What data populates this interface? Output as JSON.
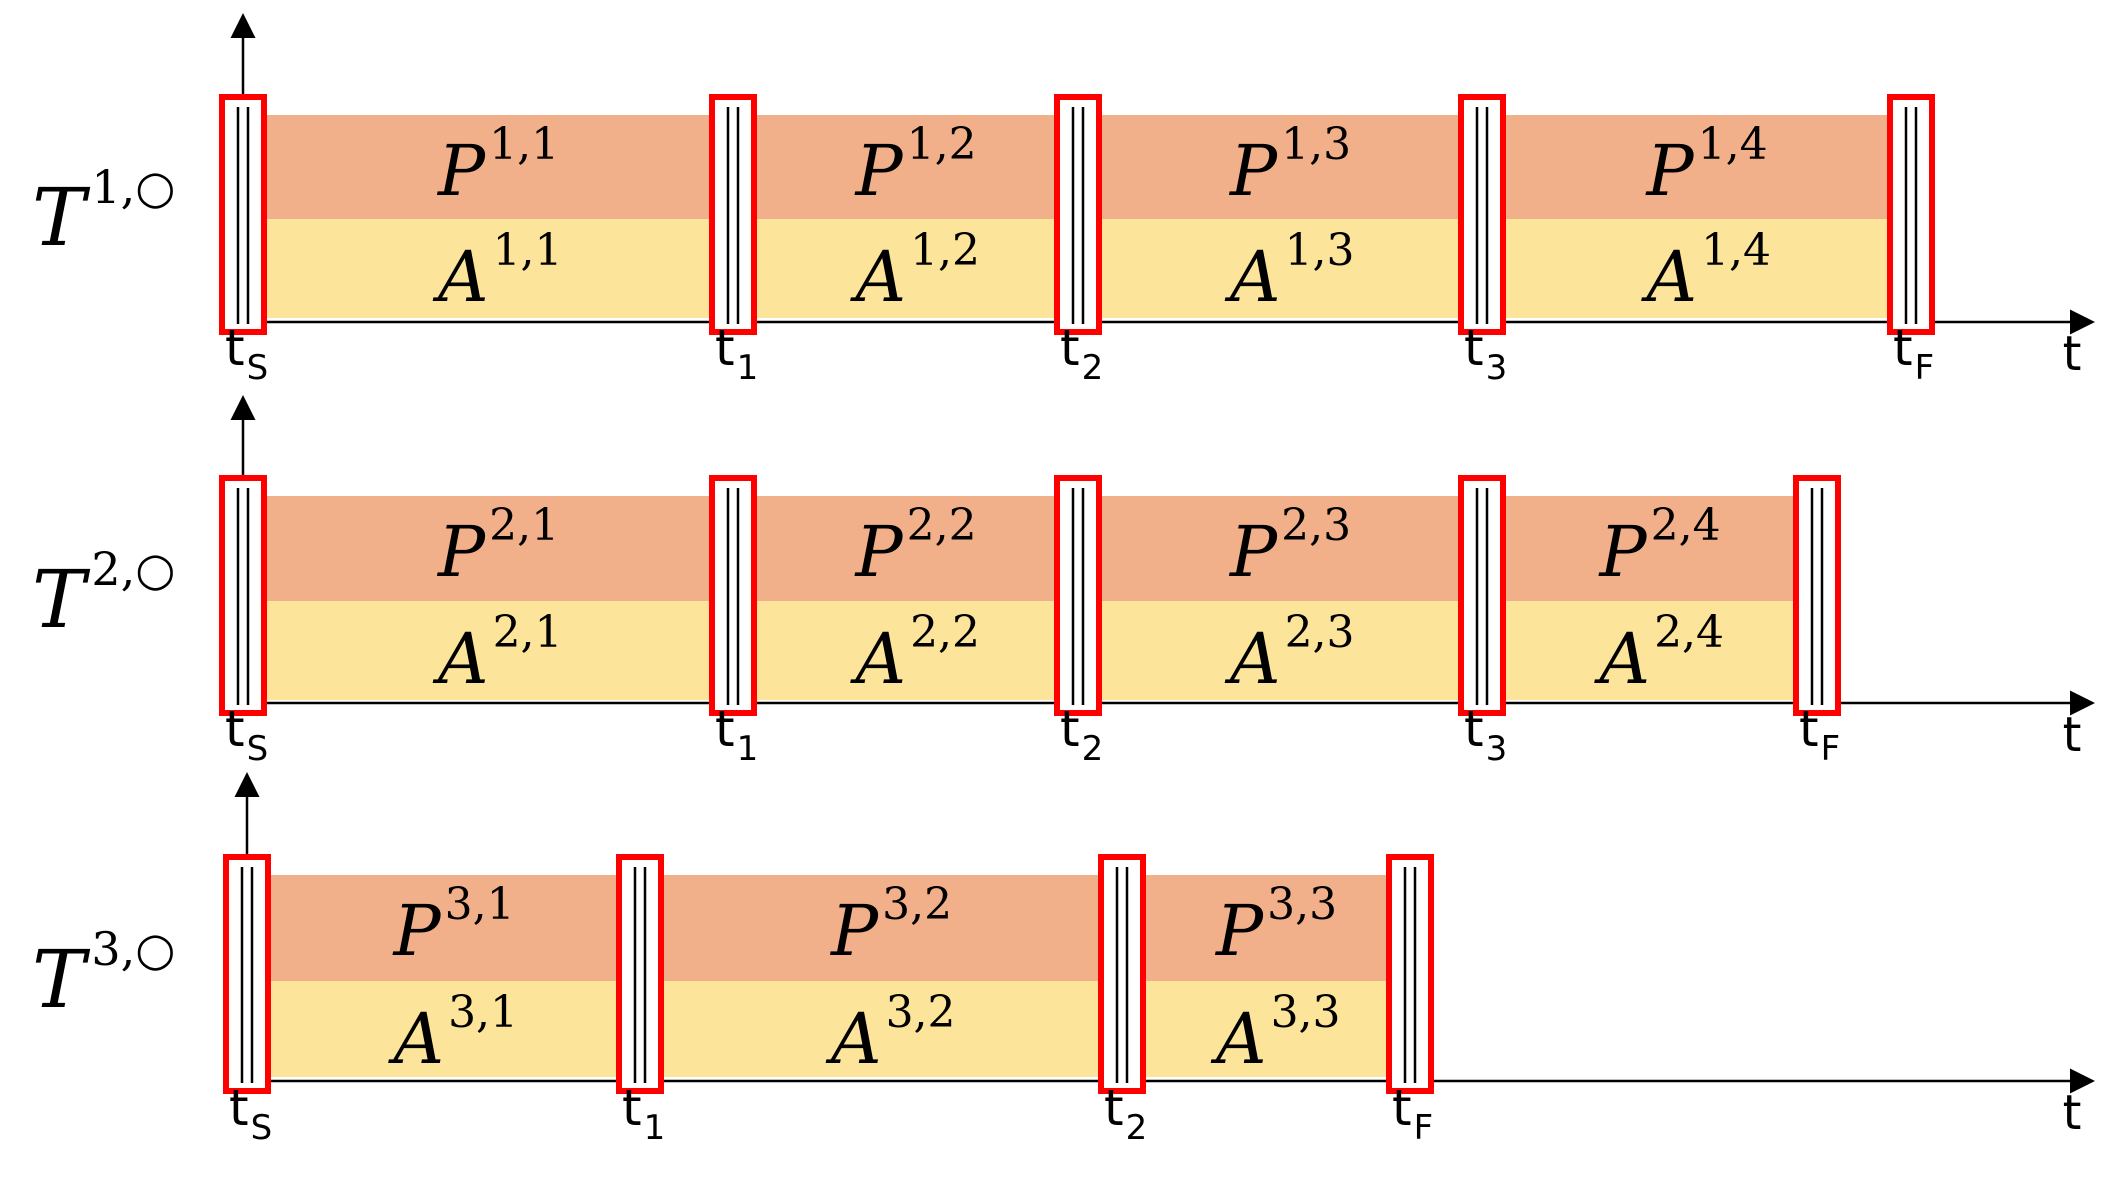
{
  "colors": {
    "p_band": "#f2b08a",
    "a_band": "#fde49b",
    "marker_stroke": "#ff0000",
    "axis": "#000000"
  },
  "axis_label": "t",
  "rows": [
    {
      "label_base": "T",
      "label_sup": "1,○",
      "ticks": [
        {
          "main": "t",
          "sub": "S"
        },
        {
          "main": "t",
          "sub": "1"
        },
        {
          "main": "t",
          "sub": "2"
        },
        {
          "main": "t",
          "sub": "3"
        },
        {
          "main": "t",
          "sub": "F"
        }
      ],
      "segments": [
        {
          "p_base": "P",
          "p_sup": "1,1",
          "a_base": "A",
          "a_sup": "1,1"
        },
        {
          "p_base": "P",
          "p_sup": "1,2",
          "a_base": "A",
          "a_sup": "1,2"
        },
        {
          "p_base": "P",
          "p_sup": "1,3",
          "a_base": "A",
          "a_sup": "1,3"
        },
        {
          "p_base": "P",
          "p_sup": "1,4",
          "a_base": "A",
          "a_sup": "1,4"
        }
      ]
    },
    {
      "label_base": "T",
      "label_sup": "2,○",
      "ticks": [
        {
          "main": "t",
          "sub": "S"
        },
        {
          "main": "t",
          "sub": "1"
        },
        {
          "main": "t",
          "sub": "2"
        },
        {
          "main": "t",
          "sub": "3"
        },
        {
          "main": "t",
          "sub": "F"
        }
      ],
      "segments": [
        {
          "p_base": "P",
          "p_sup": "2,1",
          "a_base": "A",
          "a_sup": "2,1"
        },
        {
          "p_base": "P",
          "p_sup": "2,2",
          "a_base": "A",
          "a_sup": "2,2"
        },
        {
          "p_base": "P",
          "p_sup": "2,3",
          "a_base": "A",
          "a_sup": "2,3"
        },
        {
          "p_base": "P",
          "p_sup": "2,4",
          "a_base": "A",
          "a_sup": "2,4"
        }
      ]
    },
    {
      "label_base": "T",
      "label_sup": "3,○",
      "ticks": [
        {
          "main": "t",
          "sub": "S"
        },
        {
          "main": "t",
          "sub": "1"
        },
        {
          "main": "t",
          "sub": "2"
        },
        {
          "main": "t",
          "sub": "F"
        }
      ],
      "segments": [
        {
          "p_base": "P",
          "p_sup": "3,1",
          "a_base": "A",
          "a_sup": "3,1"
        },
        {
          "p_base": "P",
          "p_sup": "3,2",
          "a_base": "A",
          "a_sup": "3,2"
        },
        {
          "p_base": "P",
          "p_sup": "3,3",
          "a_base": "A",
          "a_sup": "3,3"
        }
      ]
    }
  ]
}
